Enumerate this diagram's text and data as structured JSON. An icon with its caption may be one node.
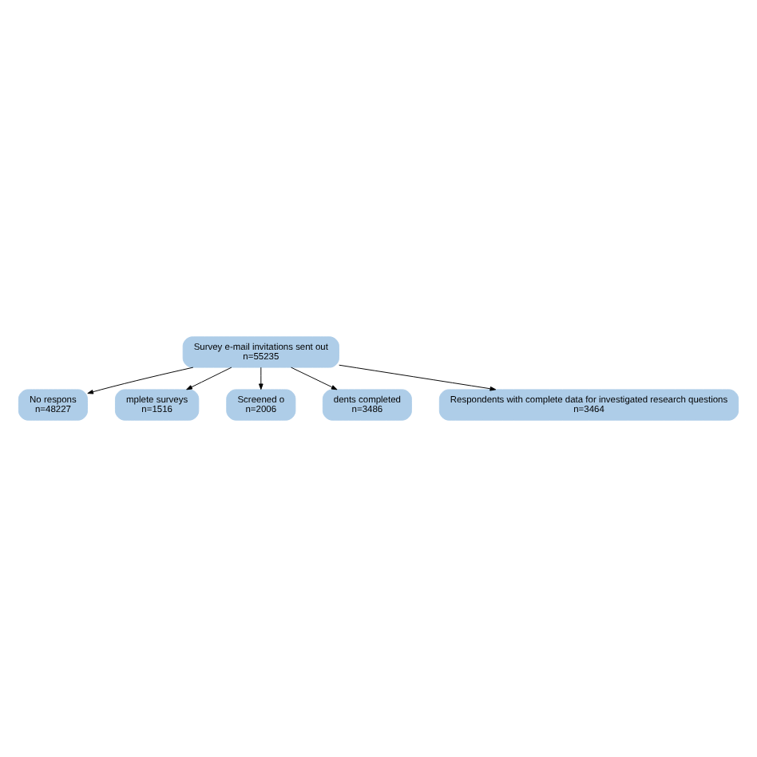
{
  "diagram": {
    "nodes": [
      {
        "text": [
          "Survey e-mail invitations sent out",
          "n=55235"
        ]
      },
      {
        "text": [
          "No respons",
          "n=48227"
        ]
      },
      {
        "text": [
          "mplete surveys",
          "n=1516"
        ]
      },
      {
        "text": [
          "Screened o",
          "n=2006"
        ]
      },
      {
        "text": [
          "dents completed",
          "n=3486"
        ]
      },
      {
        "text": [
          "Respondents with complete data for investigated research questions",
          "n=3464"
        ]
      }
    ],
    "edges": [
      {
        "from": 0,
        "to": 1,
        "arrow": "to"
      },
      {
        "from": 0,
        "to": 2,
        "arrow": "to"
      },
      {
        "from": 0,
        "to": 3,
        "arrow": "to"
      },
      {
        "from": 0,
        "to": 4,
        "arrow": "to"
      },
      {
        "from": 0,
        "to": 5,
        "arrow": "to"
      }
    ]
  }
}
